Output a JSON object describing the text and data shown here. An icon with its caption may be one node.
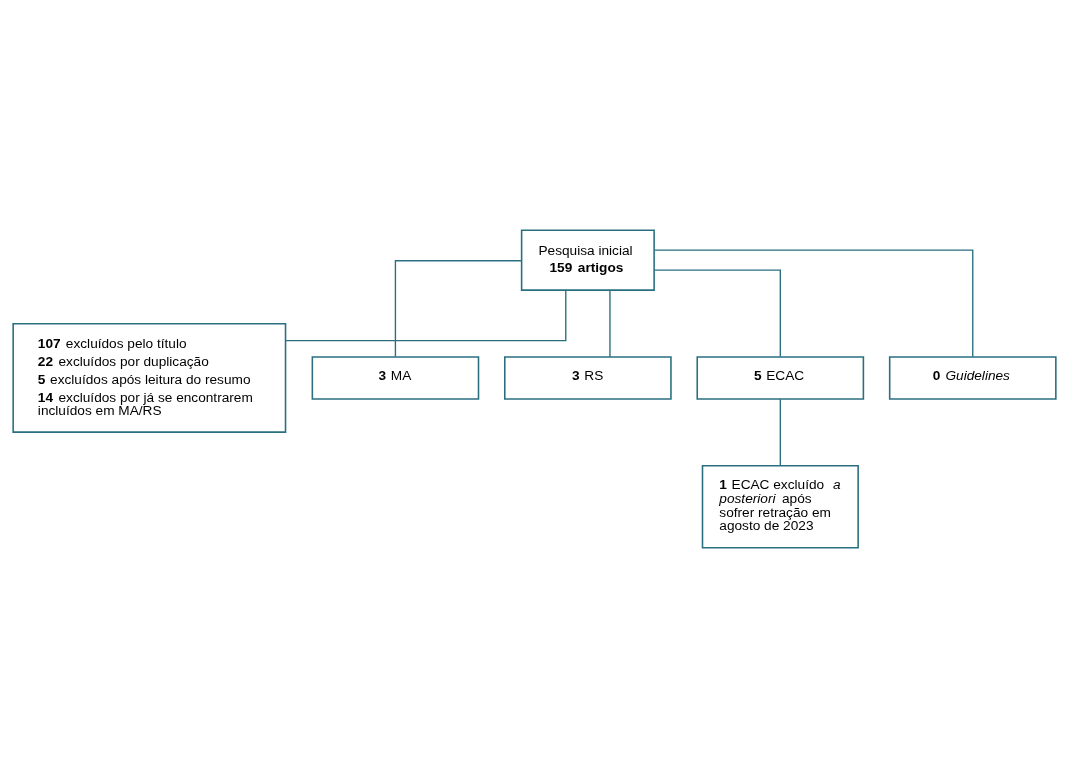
{
  "diagram": {
    "nodes": [
      {
        "text": [
          "Pesquisa inicial",
          "159 artigos"
        ]
      },
      {
        "text": [
          "**107** excluídos pelo título",
          "**22** excluídos por duplicação",
          "**5** excluídos após leitura do resumo",
          "**14** excluídos por já se encontrarem incluídos em MA/RS"
        ]
      },
      {
        "text": [
          "**3** MA"
        ]
      },
      {
        "text": [
          "**3** RS"
        ]
      },
      {
        "text": [
          "**5** ECAC"
        ]
      },
      {
        "text": [
          "**0** *Guidelines*"
        ]
      },
      {
        "text": [
          "**1** ECAC excluído *a posteriori* após sofrer retração em agosto de 2023"
        ]
      }
    ],
    "edges": [
      {
        "from": 0,
        "to": 1,
        "arrow": "none"
      },
      {
        "from": 0,
        "to": 2,
        "arrow": "none"
      },
      {
        "from": 0,
        "to": 3,
        "arrow": "none"
      },
      {
        "from": 0,
        "to": 4,
        "arrow": "none"
      },
      {
        "from": 0,
        "to": 5,
        "arrow": "none"
      },
      {
        "from": 4,
        "to": 6,
        "arrow": "none"
      }
    ]
  }
}
